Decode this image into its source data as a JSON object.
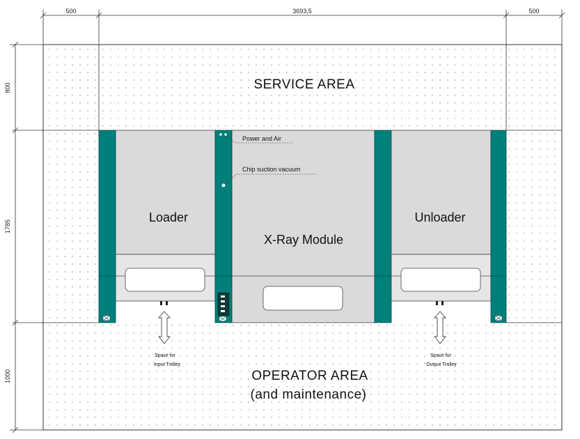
{
  "dimensions": {
    "left_margin": "500",
    "center_width": "3693,5",
    "right_margin": "500",
    "service_depth": "800",
    "machine_depth": "1785",
    "operator_depth": "1000"
  },
  "areas": {
    "service": "SERVICE  AREA",
    "operator_line1": "OPERATOR  AREA",
    "operator_line2": "(and maintenance)"
  },
  "modules": {
    "loader": "Loader",
    "xray": "X-Ray Module",
    "unloader": "Unloader"
  },
  "callouts": {
    "power_air": "Power and Air",
    "vacuum": "Chip suction vacuum"
  },
  "trolleys": {
    "input_line1": "Space for",
    "input_line2": "Input Trolley",
    "output_line1": "Space for",
    "output_line2": "Output Trolley"
  },
  "colors": {
    "teal": "#00807a",
    "teal_dark": "#005f5a",
    "module_gray": "#dadada",
    "dot": "#888888"
  }
}
